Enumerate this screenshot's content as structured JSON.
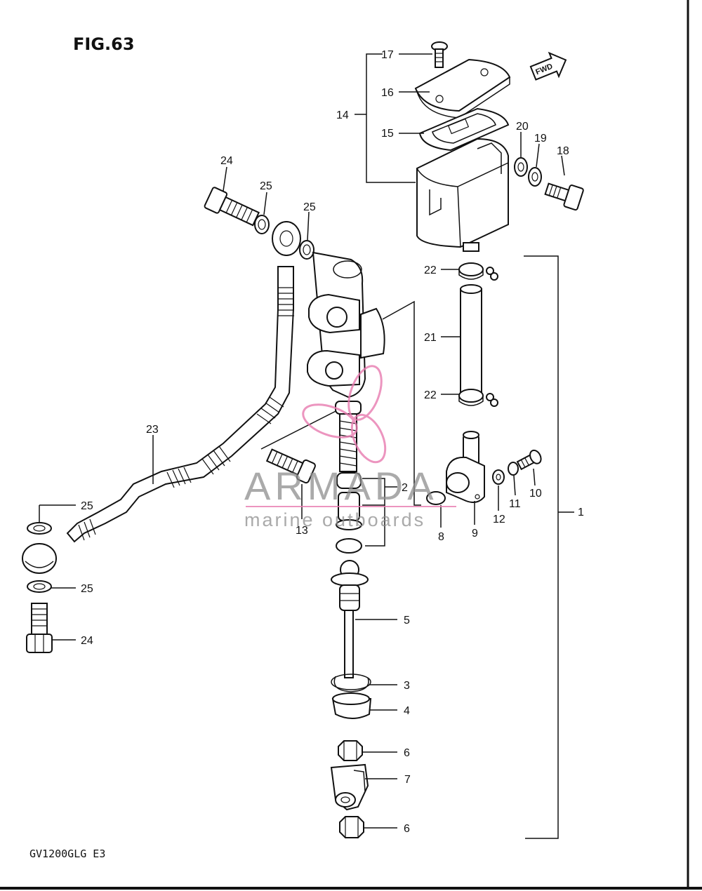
{
  "figure": {
    "title": "FIG.63",
    "model": "GV1200GLG  E3",
    "fwd_label": "FWD"
  },
  "watermark": {
    "brand": "ARMADA",
    "tagline": "marine outboards",
    "brand_color": "#8e8e8e",
    "logo_color": "#e87bb0"
  },
  "callouts": [
    "1",
    "2",
    "3",
    "4",
    "5",
    "6",
    "6",
    "7",
    "8",
    "9",
    "10",
    "11",
    "12",
    "13",
    "14",
    "15",
    "16",
    "17",
    "18",
    "19",
    "20",
    "21",
    "22",
    "22",
    "23",
    "24",
    "24",
    "25",
    "25",
    "25",
    "25"
  ]
}
